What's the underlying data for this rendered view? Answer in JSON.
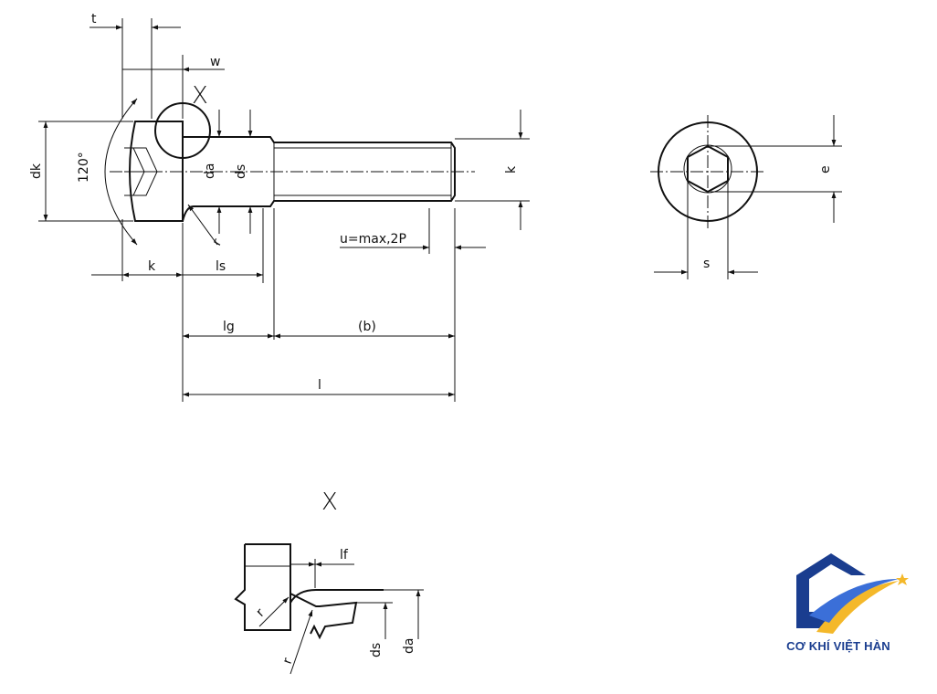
{
  "labels": {
    "t": "t",
    "w": "w",
    "X_view_marker": "X",
    "dk": "dk",
    "angle": "120°",
    "da": "da",
    "ds": "ds",
    "k_right": "k",
    "u": "u=max,2P",
    "k_bottom": "k",
    "ls": "ls",
    "lg": "lg",
    "b": "(b)",
    "l": "l",
    "e": "e",
    "s": "s",
    "r_main": "r",
    "detail_title": "X",
    "lf": "lf",
    "r_detail_1": "r",
    "r_detail_2": "r",
    "ds_detail": "ds",
    "da_detail": "da"
  },
  "logo": {
    "text": "CƠ KHÍ VIỆT HÀN",
    "colors": {
      "primary": "#1a3d8f",
      "accent": "#f4b82a"
    }
  }
}
